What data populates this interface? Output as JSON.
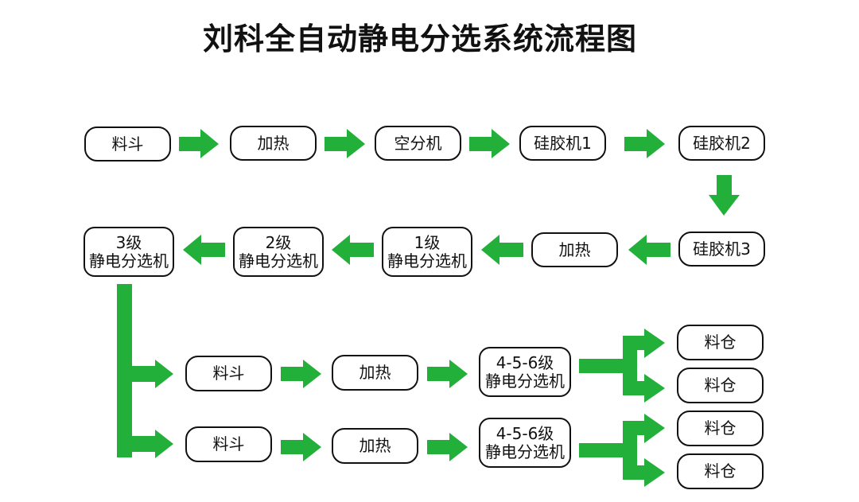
{
  "title": "刘科全自动静电分选系统流程图",
  "colors": {
    "arrow": "#22b03a",
    "border": "#111111",
    "text": "#111111"
  },
  "nodes": {
    "row1": [
      {
        "id": "hopper-1",
        "label": "料斗"
      },
      {
        "id": "heating-1",
        "label": "加热"
      },
      {
        "id": "air-separator",
        "label": "空分机"
      },
      {
        "id": "silica-gel-1",
        "label": "硅胶机1"
      },
      {
        "id": "silica-gel-2",
        "label": "硅胶机2"
      }
    ],
    "row2": [
      {
        "id": "separator-3",
        "line1": "3级",
        "line2": "静电分选机"
      },
      {
        "id": "separator-2",
        "line1": "2级",
        "line2": "静电分选机"
      },
      {
        "id": "separator-1",
        "line1": "1级",
        "line2": "静电分选机"
      },
      {
        "id": "heating-2",
        "label": "加热"
      },
      {
        "id": "silica-gel-3",
        "label": "硅胶机3"
      }
    ],
    "branch_a": [
      {
        "id": "hopper-a",
        "label": "料斗"
      },
      {
        "id": "heating-a",
        "label": "加热"
      },
      {
        "id": "separator-456-a",
        "line1": "4-5-6级",
        "line2": "静电分选机"
      }
    ],
    "branch_b": [
      {
        "id": "hopper-b",
        "label": "料斗"
      },
      {
        "id": "heating-b",
        "label": "加热"
      },
      {
        "id": "separator-456-b",
        "line1": "4-5-6级",
        "line2": "静电分选机"
      }
    ],
    "bins": [
      {
        "id": "bin-1",
        "label": "料仓"
      },
      {
        "id": "bin-2",
        "label": "料仓"
      },
      {
        "id": "bin-3",
        "label": "料仓"
      },
      {
        "id": "bin-4",
        "label": "料仓"
      }
    ]
  },
  "edges": [
    [
      "料斗",
      "加热"
    ],
    [
      "加热",
      "空分机"
    ],
    [
      "空分机",
      "硅胶机1"
    ],
    [
      "硅胶机1",
      "硅胶机2"
    ],
    [
      "硅胶机2",
      "硅胶机3"
    ],
    [
      "硅胶机3",
      "加热"
    ],
    [
      "加热",
      "1级静电分选机"
    ],
    [
      "1级静电分选机",
      "2级静电分选机"
    ],
    [
      "2级静电分选机",
      "3级静电分选机"
    ],
    [
      "3级静电分选机",
      "料斗 (分支A)"
    ],
    [
      "3级静电分选机",
      "料斗 (分支B)"
    ],
    [
      "料斗 (分支A)",
      "加热 (分支A)"
    ],
    [
      "加热 (分支A)",
      "4-5-6级静电分选机 (A)"
    ],
    [
      "4-5-6级静电分选机 (A)",
      "料仓1"
    ],
    [
      "4-5-6级静电分选机 (A)",
      "料仓2"
    ],
    [
      "料斗 (分支B)",
      "加热 (分支B)"
    ],
    [
      "加热 (分支B)",
      "4-5-6级静电分选机 (B)"
    ],
    [
      "4-5-6级静电分选机 (B)",
      "料仓3"
    ],
    [
      "4-5-6级静电分选机 (B)",
      "料仓4"
    ]
  ]
}
